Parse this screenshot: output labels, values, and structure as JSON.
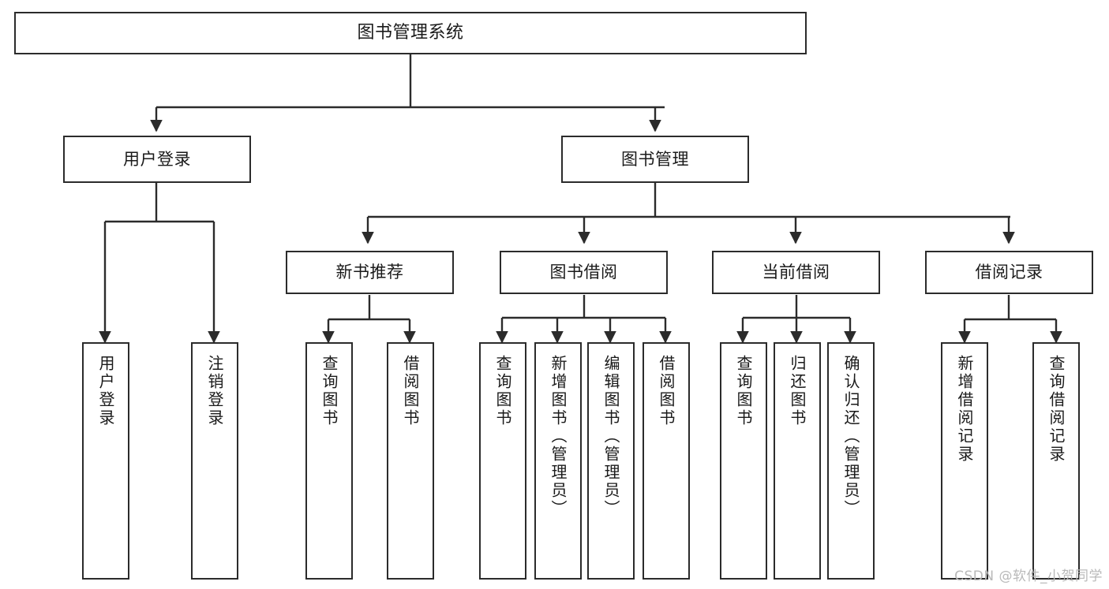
{
  "diagram": {
    "title": "图书管理系统",
    "type": "hierarchy-tree",
    "style": {
      "box_border_color": "#2b2b2b",
      "box_fill_color": "#ffffff",
      "connector_color": "#2b2b2b",
      "text_color": "#1a1a1a",
      "background": "#ffffff"
    },
    "watermark": "CSDN @软件_小贺同学",
    "nodes": {
      "root": {
        "label": "图书管理系统"
      },
      "level2": [
        {
          "id": "user-login",
          "label": "用户登录"
        },
        {
          "id": "book-management",
          "label": "图书管理"
        }
      ],
      "level3": [
        {
          "id": "new-book-recommend",
          "label": "新书推荐"
        },
        {
          "id": "book-borrow",
          "label": "图书借阅"
        },
        {
          "id": "current-borrow",
          "label": "当前借阅"
        },
        {
          "id": "borrow-record",
          "label": "借阅记录"
        }
      ],
      "leaves": [
        {
          "id": "leaf-user-login",
          "label": "用户登录",
          "parent": "user-login"
        },
        {
          "id": "leaf-logout",
          "label": "注销登录",
          "parent": "user-login"
        },
        {
          "id": "leaf-query-book-1",
          "label": "查询图书",
          "parent": "new-book-recommend"
        },
        {
          "id": "leaf-borrow-book-1",
          "label": "借阅图书",
          "parent": "new-book-recommend"
        },
        {
          "id": "leaf-query-book-2",
          "label": "查询图书",
          "parent": "book-borrow"
        },
        {
          "id": "leaf-add-book",
          "label": "新增图书（管理员）",
          "parent": "book-borrow"
        },
        {
          "id": "leaf-edit-book",
          "label": "编辑图书（管理员）",
          "parent": "book-borrow"
        },
        {
          "id": "leaf-borrow-book-2",
          "label": "借阅图书",
          "parent": "book-borrow"
        },
        {
          "id": "leaf-query-book-3",
          "label": "查询图书",
          "parent": "current-borrow"
        },
        {
          "id": "leaf-return-book",
          "label": "归还图书",
          "parent": "current-borrow"
        },
        {
          "id": "leaf-confirm-return",
          "label": "确认归还（管理员）",
          "parent": "current-borrow"
        },
        {
          "id": "leaf-add-record",
          "label": "新增借阅记录",
          "parent": "borrow-record"
        },
        {
          "id": "leaf-query-record",
          "label": "查询借阅记录",
          "parent": "borrow-record"
        }
      ]
    }
  }
}
